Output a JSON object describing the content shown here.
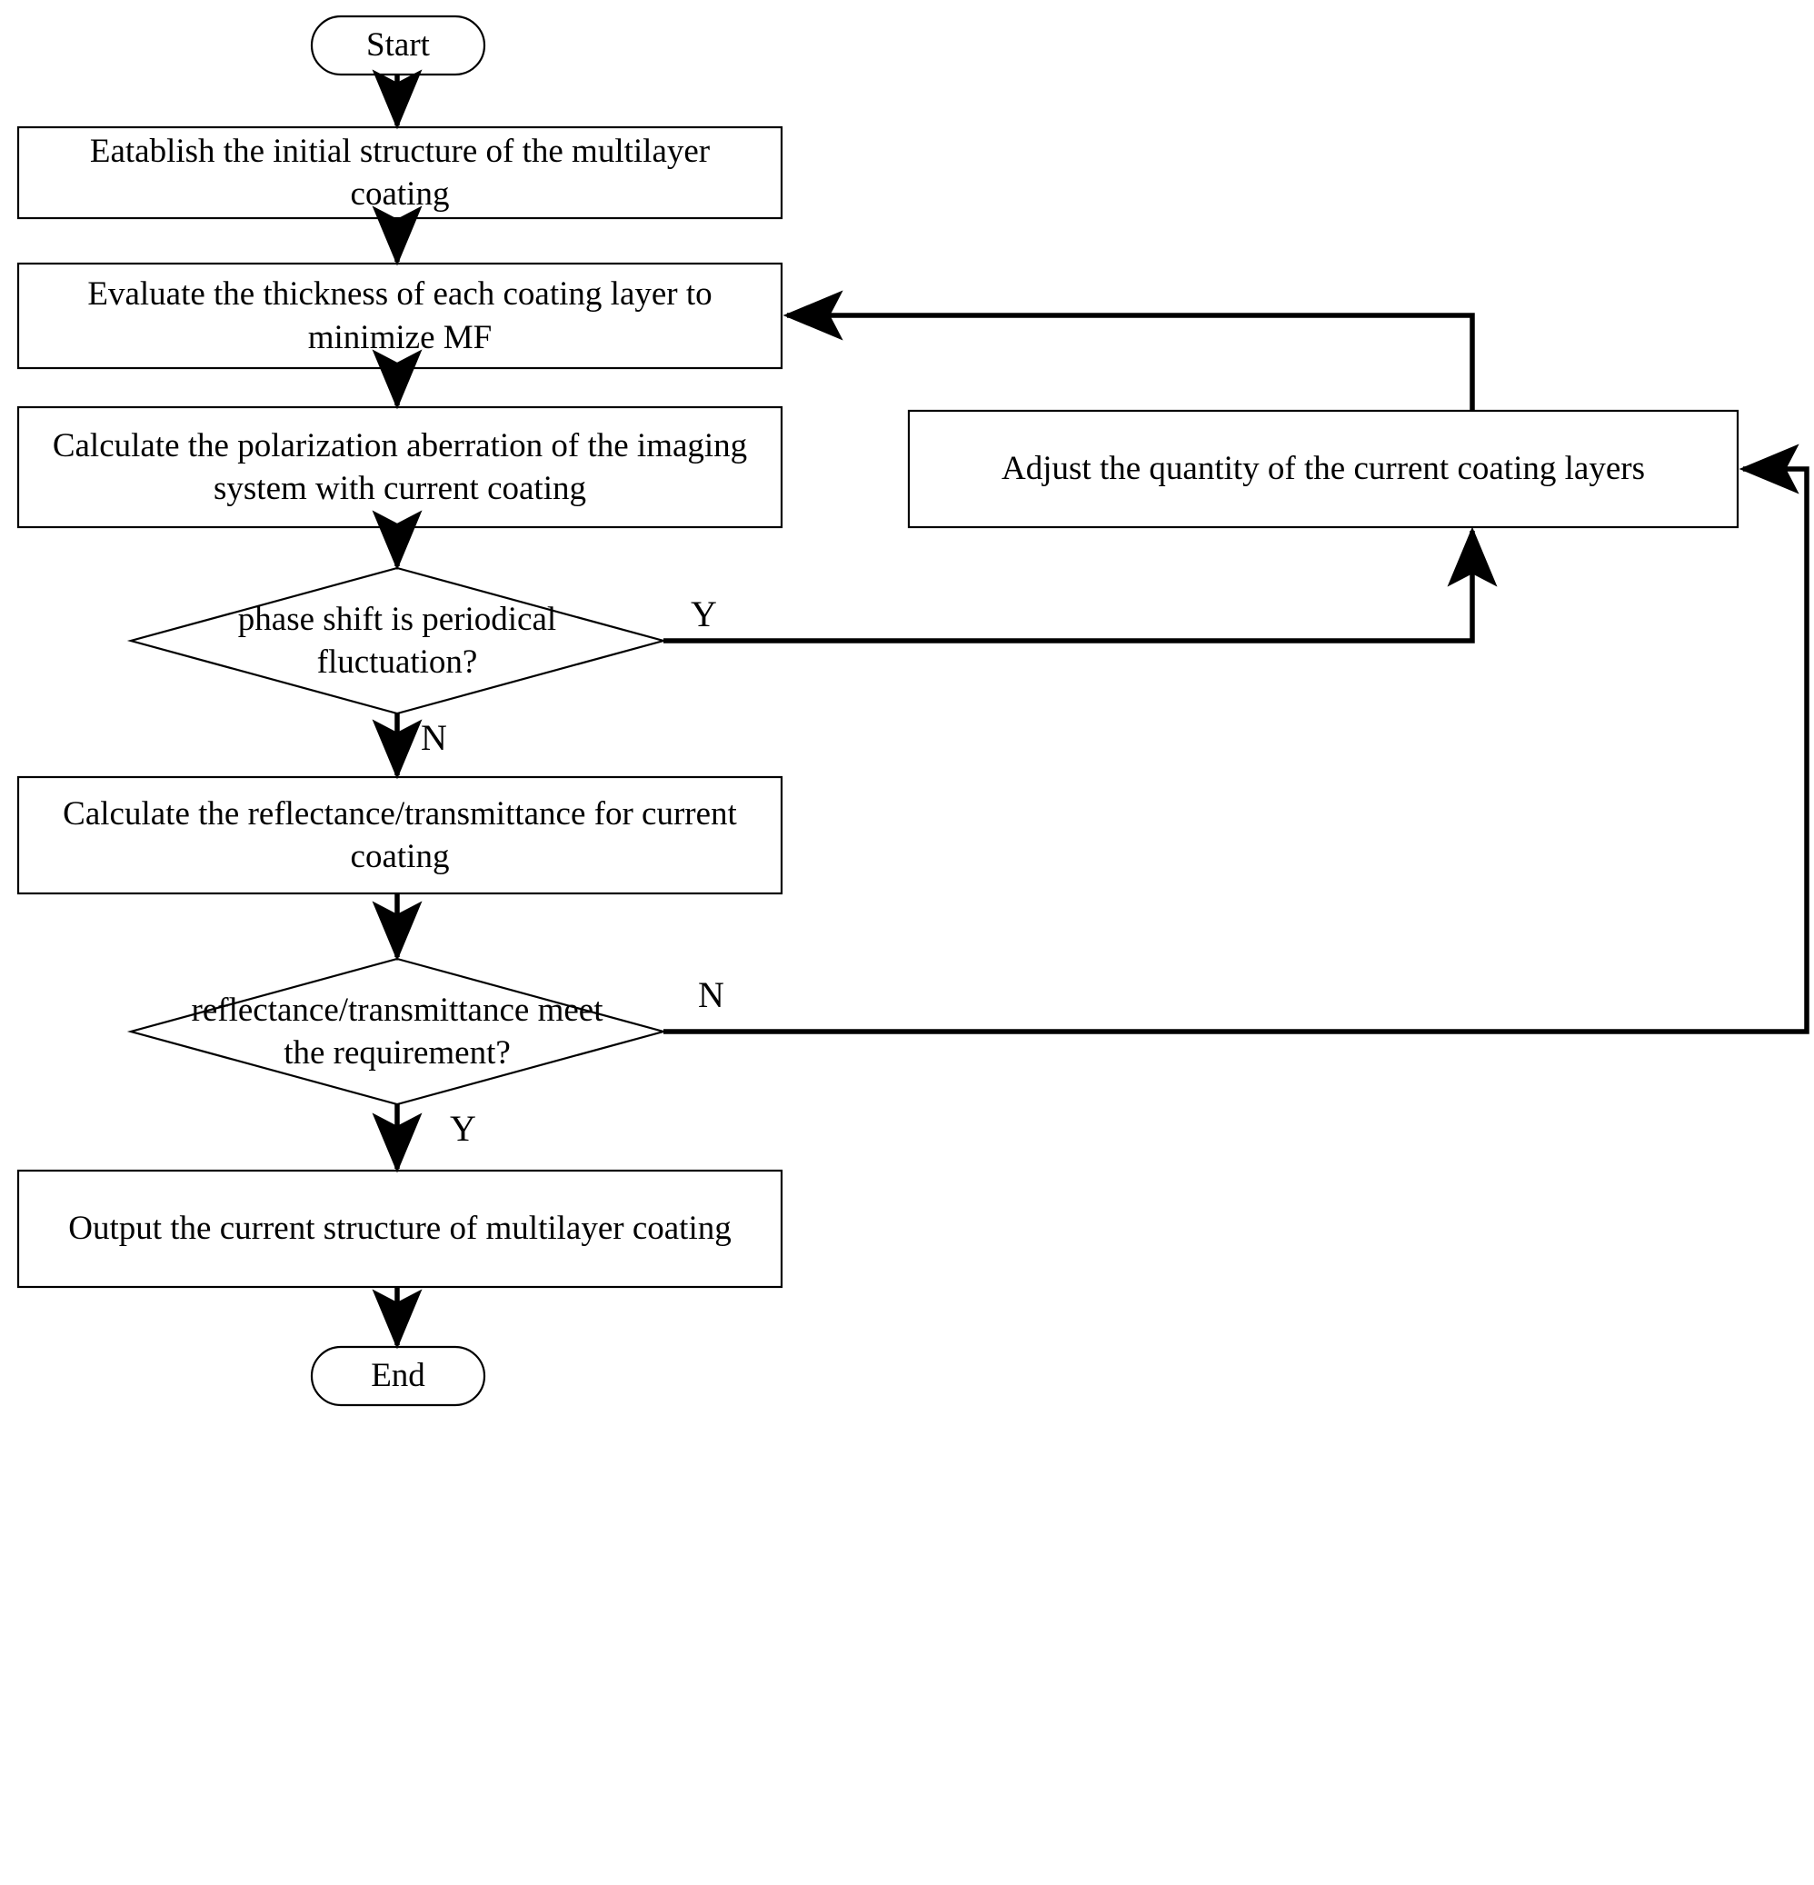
{
  "diagram": {
    "title": "Multilayer coating design flowchart",
    "background_color": "#ffffff",
    "stroke_color": "#000000",
    "nodes": {
      "start": {
        "label": "Start",
        "shape": "terminator"
      },
      "establish": {
        "label": "Eatablish the initial structure of the multilayer coating",
        "shape": "process"
      },
      "evaluate": {
        "label": "Evaluate the thickness of each coating layer to minimize MF",
        "shape": "process"
      },
      "calc_polarization": {
        "label": "Calculate the polarization aberration of the imaging system with current coating",
        "shape": "process"
      },
      "decision_phase": {
        "label": "phase shift is periodical fluctuation?",
        "shape": "decision"
      },
      "adjust": {
        "label": "Adjust the quantity of the current coating layers",
        "shape": "process"
      },
      "calc_reflectance": {
        "label": "Calculate the reflectance/transmittance for current coating",
        "shape": "process"
      },
      "decision_reflectance": {
        "label": "reflectance/transmittance meet the requirement?",
        "shape": "decision"
      },
      "output": {
        "label": "Output the current structure of multilayer coating",
        "shape": "process"
      },
      "end": {
        "label": "End",
        "shape": "terminator"
      }
    },
    "edge_labels": {
      "phase_yes": "Y",
      "phase_no": "N",
      "reflectance_no": "N",
      "reflectance_yes": "Y"
    }
  }
}
